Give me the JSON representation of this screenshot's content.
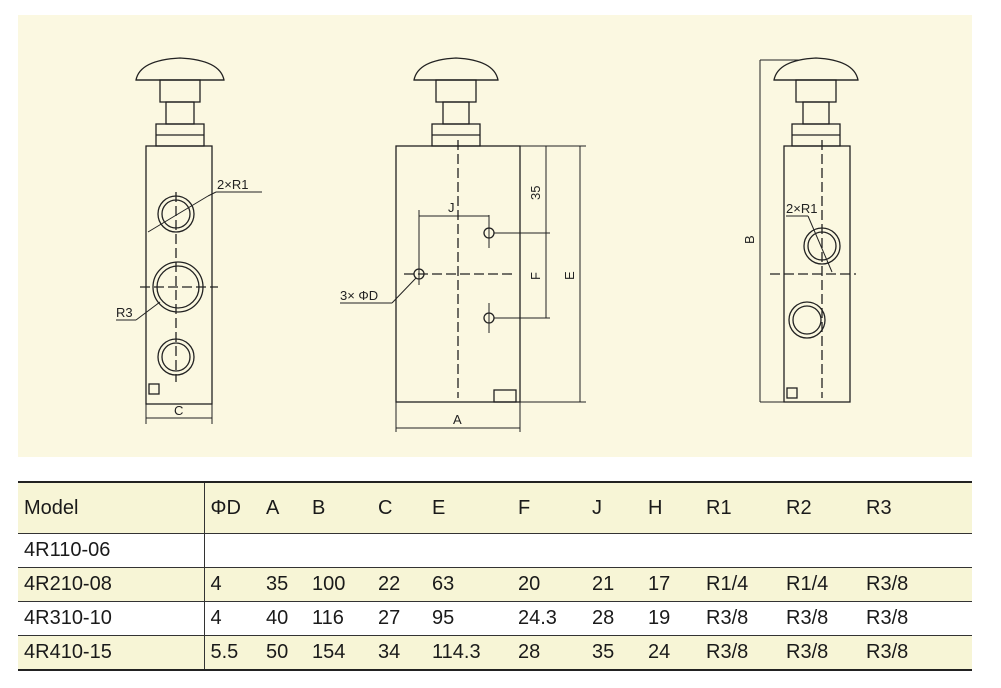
{
  "drawing": {
    "labels": {
      "left_ports": "2×R1",
      "left_r3": "R3",
      "left_c": "C",
      "mid_35": "35",
      "mid_j": "J",
      "mid_d": "3× ΦD",
      "mid_f": "F",
      "mid_e": "E",
      "mid_a": "A",
      "right_b": "B",
      "right_ports": "2×R1"
    }
  },
  "table": {
    "headers": [
      "Model",
      "ΦD",
      "A",
      "B",
      "C",
      "E",
      "F",
      "J",
      "H",
      "R1",
      "R2",
      "R3"
    ],
    "rows": [
      [
        "4R110-06",
        "",
        "",
        "",
        "",
        "",
        "",
        "",
        "",
        "",
        "",
        ""
      ],
      [
        "4R210-08",
        "4",
        "35",
        "100",
        "22",
        "63",
        "20",
        "21",
        "17",
        "R1/4",
        "R1/4",
        "R3/8"
      ],
      [
        "4R310-10",
        "4",
        "40",
        "116",
        "27",
        "95",
        "24.3",
        "28",
        "19",
        "R3/8",
        "R3/8",
        "R3/8"
      ],
      [
        "4R410-15",
        "5.5",
        "50",
        "154",
        "34",
        "114.3",
        "28",
        "35",
        "24",
        "R3/8",
        "R3/8",
        "R3/8"
      ]
    ]
  },
  "colors": {
    "drawing_bg": "#fbf8e1",
    "table_shade": "#f7f5d6",
    "line": "#222222"
  }
}
